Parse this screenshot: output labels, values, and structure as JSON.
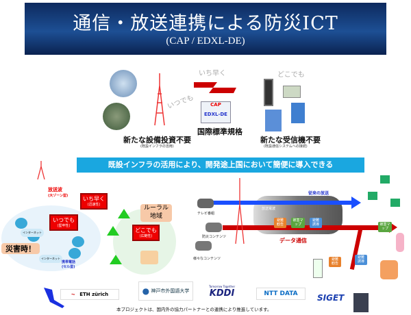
{
  "header": {
    "title": "通信・放送連携による防災ICT",
    "subtitle": "(CAP / EDXL-DE)"
  },
  "top": {
    "infra_caption": "新たな設備投資不要",
    "infra_sub": "(既設インフラの活用)",
    "itsudemo": "いつでも",
    "ichihayaku": "いち早く",
    "dokodemo": "どこでも",
    "cap": "CAP",
    "edxl": "EDXL-DE",
    "standard": "国際標準規格",
    "receiver_caption": "新たな受信機不要",
    "receiver_sub": "(既設通信システムへの接続)"
  },
  "banner_text": "既設インフラの活用により、開発途上国において簡便に導入できる",
  "left": {
    "broadcast": "放送波",
    "broadcast_sub": "(大ゾーン型)",
    "fast": "いち早く",
    "fast_sub": "(迅速性)",
    "anytime": "いつでも",
    "anytime_sub": "(堅牢性)",
    "anywhere": "どこでも",
    "anywhere_sub": "(広範性)",
    "rural": "ルーラル\n地域",
    "disaster": "災害時！",
    "internet": "インターネット",
    "mobile": "携帯電話",
    "mobile_sub": "(セル型)"
  },
  "right": {
    "tv": "テレビ番組",
    "disaster_content": "防災コンテンツ",
    "various": "様々なコンテンツ",
    "conventional": "従来の放送",
    "radio": "放送電波",
    "data": "データ通信",
    "tags": [
      "避難勧告",
      "被害マップ",
      "避難誘導"
    ]
  },
  "footer": {
    "logos": [
      "ETH zürich",
      "神戸市外国語大学",
      "Tomorrow Together",
      "KDDI",
      "NTT DATA",
      "SIGET"
    ],
    "note": "本プロジェクトは、国内外の協力パートナーとの連携により推進しています。"
  },
  "colors": {
    "banner": "#1d4f94",
    "accent": "#e00000",
    "blue_arrow": "#1a4fff",
    "cyan": "#1aa7e0"
  }
}
